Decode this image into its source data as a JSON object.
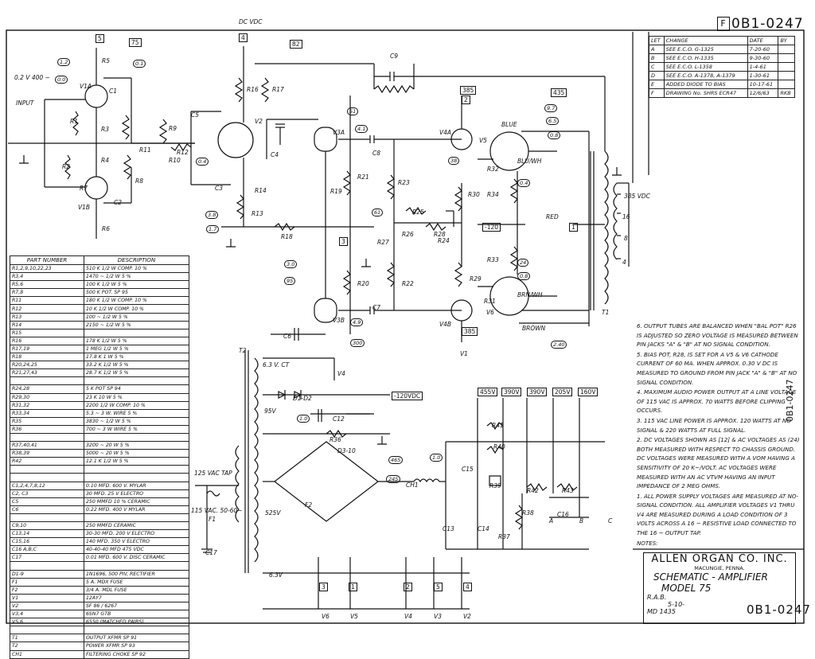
{
  "drawing_number": "0B1-0247",
  "drawing_letter": "F",
  "revisions": {
    "headers": [
      "LET",
      "CHANGE",
      "DATE",
      "BY"
    ],
    "rows": [
      [
        "A",
        "SEE E.C.O. G-1325",
        "7-20-60",
        ""
      ],
      [
        "B",
        "SEE E.C.O. H-1335",
        "9-30-60",
        ""
      ],
      [
        "C",
        "SEE E.C.O. L-1358",
        "1-4-61",
        ""
      ],
      [
        "D",
        "SEE E.C.O. A-1378, A-1379",
        "1-30-61",
        ""
      ],
      [
        "E",
        "ADDED DIODE TO BIAS",
        "10-17-61",
        ""
      ],
      [
        "F",
        "DRAWING No. SHRS ECR47",
        "12/6/63",
        "RKB"
      ]
    ]
  },
  "parts_list": {
    "headers": [
      "PART NUMBER",
      "DESCRIPTION"
    ],
    "rows": [
      [
        "R1,2,9,10,22,23",
        "510 K   1/2 W   COMP.   10 %"
      ],
      [
        "R3,4",
        "1470 ~   1/2 W             5 %"
      ],
      [
        "R5,6",
        "100 K    1/2 W             5 %"
      ],
      [
        "R7,8",
        "500 K    POT.          SP 95"
      ],
      [
        "R11",
        "180 K    1/2 W   COMP.   10 %"
      ],
      [
        "R12",
        "10 K     1/2 W   COMP.   10 %"
      ],
      [
        "R13",
        "100 ~    1/2 W             5 %"
      ],
      [
        "R14",
        "2150 ~   1/2 W             5 %"
      ],
      [
        "R15",
        ""
      ],
      [
        "R16",
        "178 K    1/2 W             5 %"
      ],
      [
        "R17,19",
        "1 MEG    1/2 W             5 %"
      ],
      [
        "R18",
        "17.8 K   1 W               5 %"
      ],
      [
        "R20,24,25",
        "33.2 K   1/2 W             5 %"
      ],
      [
        "R21,27,43",
        "28.7 K   1/2 W             5 %"
      ],
      [
        "",
        ""
      ],
      [
        "R24,28",
        "5 K      POT           SP 94"
      ],
      [
        "R29,30",
        "23 K     10 W              5 %"
      ],
      [
        "R31,32",
        "2200     1/2 W   COMP.   10 %"
      ],
      [
        "R33,34",
        "5.3 ~    3 W. WIRE         5 %"
      ],
      [
        "R35",
        "3830 ~   1/2 W             5 %"
      ],
      [
        "R36",
        "700 ~    3 W WIRE          5 %"
      ],
      [
        "",
        ""
      ],
      [
        "R37,40,41",
        "3200 ~   20 W              5 %"
      ],
      [
        "R38,39",
        "5000 ~   20 W              5 %"
      ],
      [
        "R42",
        "12.1 K   1/2 W             5 %"
      ],
      [
        "",
        ""
      ],
      [
        "",
        ""
      ],
      [
        "C1,2,4,7,8,12",
        "0.10 MFD.   600 V.   MYLAR"
      ],
      [
        "C2, C3",
        "30 MFD.   25 V   ELECTRO"
      ],
      [
        "C5",
        "250 MMFD  10 %   CERAMIC"
      ],
      [
        "C6",
        "0.22 MFD.   400 V   MYLAR"
      ],
      [
        "",
        ""
      ],
      [
        "C9,10",
        "250 MMFD  CERAMIC"
      ],
      [
        "C13,14",
        "30-30 MFD.   200 V  ELECTRO"
      ],
      [
        "C15,16",
        "140 MFD.   350 V   ELECTRO"
      ],
      [
        "C16 A,B,C",
        "40-40-40 MFD  475 VDC"
      ],
      [
        "C17",
        "0.01 MFD.  600 V.  DISC CERAMIC"
      ],
      [
        "",
        ""
      ],
      [
        "D1-9",
        "1N1696, 500 PIV, RECTIFIER"
      ],
      [
        "F1",
        "5 A.   MDX   FUSE"
      ],
      [
        "F2",
        "3/4 A.   MDL   FUSE"
      ],
      [
        "V1",
        "12AY7"
      ],
      [
        "V2",
        "SF 86 / 6267"
      ],
      [
        "V3,4",
        "6SN7 GTB"
      ],
      [
        "V5,6",
        "6550 (MATCHED PAIRS)"
      ],
      [
        "",
        ""
      ],
      [
        "T1",
        "OUTPUT  XFMR        SP 91"
      ],
      [
        "T2",
        "POWER  XFMR         SP 93"
      ],
      [
        "CH1",
        "FILTERING CHOKE     SP 92"
      ]
    ]
  },
  "notes": [
    "6. OUTPUT TUBES ARE BALANCED WHEN \"BAL POT\" R26 IS ADJUSTED SO ZERO VOLTAGE IS MEASURED BETWEEN PIN JACKS \"A\" & \"B\" AT NO SIGNAL CONDITION.",
    "5. BIAS POT, R28, IS SET FOR A V5 & V6 CATHODE CURRENT OF 60 MA. WHEN APPROX. 0.30 V DC IS MEASURED TO GROUND FROM PIN JACK \"A\" & \"B\" AT NO SIGNAL CONDITION.",
    "4. MAXIMUM AUDIO POWER OUTPUT AT A LINE VOLTAGE OF 115 VAC IS APPROX. 70 WATTS BEFORE CLIPPING OCCURS.",
    "3. 115 VAC LINE POWER IS APPROX. 120 WATTS AT NO SIGNAL & 220 WATTS AT FULL SIGNAL.",
    "2. DC VOLTAGES SHOWN AS [12] & AC VOLTAGES AS (24) BOTH MEASURED WITH RESPECT TO CHASSIS GROUND. DC VOLTAGES WERE MEASURED WITH A VOM HAVING A SENSITIVITY OF 20 K~/VOLT. AC VOLTAGES WERE MEASURED WITH AN AC VTVM HAVING AN INPUT IMPEDANCE OF 2 MEG OHMS.",
    "1. ALL POWER SUPPLY VOLTAGES ARE MEASURED AT NO-SIGNAL CONDITION. ALL AMPLIFIER VOLTAGES V1 THRU V4 ARE MEASURED DURING A LOAD CONDITION OF 3 VOLTS ACROSS A 16 ~ RESISTIVE LOAD CONNECTED TO THE 16 ~ OUTPUT TAP.",
    "NOTES:"
  ],
  "title_block": {
    "company": "ALLEN ORGAN CO. INC.",
    "location": "MACUNGIE, PENNA.",
    "title_line1": "SCHEMATIC - AMPLIFIER",
    "title_line2": "MODEL 75",
    "drawn_by": "R.A.B.",
    "date": "5-10-",
    "model_ref": "MD 1435"
  },
  "schematic_labels": {
    "components": [
      "R5",
      "R3",
      "R4",
      "R1",
      "R2",
      "R6",
      "R7",
      "R8",
      "R9",
      "R10",
      "R11",
      "R12",
      "R13",
      "R14",
      "R16",
      "R17",
      "R18",
      "R19",
      "R20",
      "R21",
      "R22",
      "R23",
      "R24",
      "R25",
      "R26",
      "R27",
      "R28",
      "R29",
      "R30",
      "R31",
      "R32",
      "R33",
      "R34",
      "R36",
      "R37",
      "R38",
      "R39",
      "R40",
      "R41",
      "R42",
      "R43",
      "C1",
      "C2",
      "C3",
      "C4",
      "C5",
      "C6",
      "C7",
      "C8",
      "C9",
      "C12",
      "C13",
      "C14",
      "C15",
      "C16",
      "C17",
      "V1A",
      "V1B",
      "V2",
      "V3A",
      "V3B",
      "V4",
      "V4A",
      "V4B",
      "V5",
      "V6",
      "T1",
      "T2",
      "F1",
      "F2",
      "CH1",
      "D1-D2",
      "D3-10",
      "A",
      "B",
      "C"
    ],
    "dc_voltages": [
      "5",
      "75",
      "4",
      "82",
      "385",
      "435",
      "3",
      "385",
      "2",
      "1",
      "-120",
      "-120VDC",
      "455V",
      "390V",
      "390V",
      "205V",
      "160V",
      "3",
      "1",
      "2",
      "5",
      "4",
      "3"
    ],
    "ac_voltages": [
      "1.2",
      "0.0",
      "0.1",
      "0.4",
      "3.8",
      "1.7",
      "3.0",
      "95",
      "51",
      "300",
      "4.1",
      "4.9",
      "61",
      "38",
      "0.4",
      "0.8",
      "6.5",
      "9.7",
      "2.40",
      "1.0",
      "465",
      "245",
      "1.0",
      "0.8",
      "24"
    ],
    "misc": [
      "0.2 V 400 ~",
      "INPUT",
      "DC VDC",
      "BLUE",
      "BLU/WH",
      "RED",
      "BRN/WH",
      "BROWN",
      "6.3 V. CT",
      "95V",
      "525V",
      "125 VAC TAP",
      "115 VAC. 50-60~",
      "6.3V",
      "V6",
      "V5",
      "V4",
      "V3",
      "V2",
      "V1",
      "385 VDC",
      "16",
      "8",
      "4",
      "C"
    ]
  }
}
